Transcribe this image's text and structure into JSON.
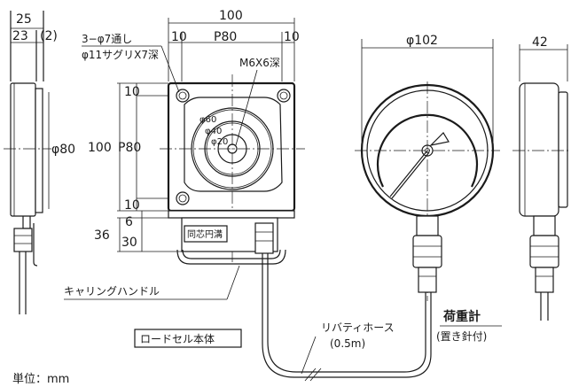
{
  "dims": {
    "side_width": "25",
    "side_body": "23",
    "side_gap": "(2)",
    "cell_width": "100",
    "hole_pitch_x": "P80",
    "edge_left": "10",
    "edge_right": "10",
    "cell_height": "100",
    "hole_pitch_y": "P80",
    "edge_top": "10",
    "edge_bottom": "10",
    "side_diameter": "φ80",
    "base_total": "36",
    "base_upper": "6",
    "base_lower": "30",
    "gauge_diameter": "φ102",
    "gauge_depth": "42"
  },
  "callouts": {
    "holes": "3−φ7通し",
    "counterbore": "φ11サグリX7深",
    "tap": "M6X6深",
    "d60": "φ60",
    "d40": "φ40",
    "d20": "φ20",
    "groove": "同芯円溝",
    "handle": "キャリングハンドル",
    "hose": "リバティホース",
    "hose_length": "(0.5m)"
  },
  "labels": {
    "load_cell": "ロードセル本体",
    "gauge": "荷重計",
    "gauge_note": "(置き針付)",
    "unit": "単位：mm"
  }
}
